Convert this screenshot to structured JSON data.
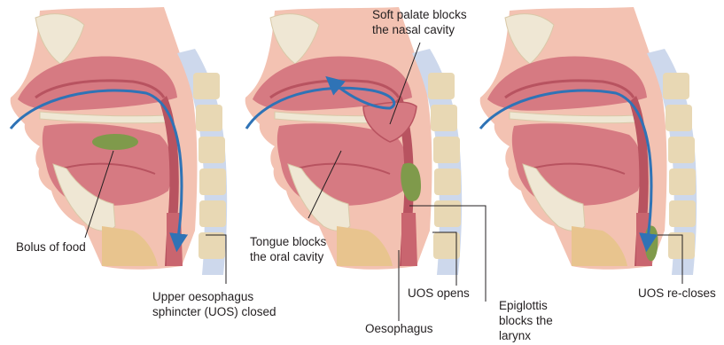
{
  "labels": {
    "soft_palate": [
      "Soft palate blocks",
      "the nasal cavity"
    ],
    "bolus": "Bolus of food",
    "tongue": [
      "Tongue blocks",
      "the oral cavity"
    ],
    "uos_closed": [
      "Upper oesophagus",
      "sphincter (UOS) closed"
    ],
    "uos_opens": "UOS opens",
    "epiglottis": [
      "Epiglottis",
      "blocks the",
      "larynx"
    ],
    "oesophagus": "Oesophagus",
    "uos_recloses": "UOS re-closes"
  },
  "colors": {
    "skin": "#f3c2b2",
    "nasal_bone": "#efe7d4",
    "tissue": "#d67a82",
    "tissue_dark": "#b85360",
    "bolus": "#7f9a4b",
    "vertebra": "#e8d8b4",
    "disc": "#ffffff",
    "spine_blue": "#cdd8ec",
    "arrow": "#2f73b6",
    "leader": "#231f20"
  }
}
